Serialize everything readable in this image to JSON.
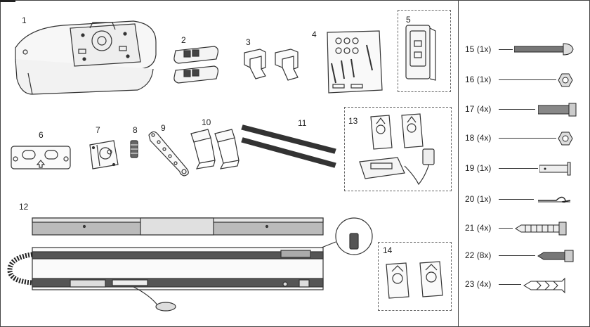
{
  "parts": [
    {
      "number": "1"
    },
    {
      "number": "2"
    },
    {
      "number": "3"
    },
    {
      "number": "4"
    },
    {
      "number": "5"
    },
    {
      "number": "6"
    },
    {
      "number": "7"
    },
    {
      "number": "8"
    },
    {
      "number": "9"
    },
    {
      "number": "10"
    },
    {
      "number": "11"
    },
    {
      "number": "12"
    },
    {
      "number": "13"
    },
    {
      "number": "14"
    }
  ],
  "rail_callout": "8",
  "hardware": [
    {
      "number": "15",
      "qty": "(1x)",
      "icon": "carriage-bolt-icon"
    },
    {
      "number": "16",
      "qty": "(1x)",
      "icon": "hex-nut-icon"
    },
    {
      "number": "17",
      "qty": "(4x)",
      "icon": "hex-bolt-icon"
    },
    {
      "number": "18",
      "qty": "(4x)",
      "icon": "hex-nut-icon"
    },
    {
      "number": "19",
      "qty": "(1x)",
      "icon": "clevis-pin-icon"
    },
    {
      "number": "20",
      "qty": "(1x)",
      "icon": "spring-clip-icon"
    },
    {
      "number": "21",
      "qty": "(4x)",
      "icon": "threaded-screw-icon"
    },
    {
      "number": "22",
      "qty": "(8x)",
      "icon": "self-tapping-screw-icon"
    },
    {
      "number": "23",
      "qty": "(4x)",
      "icon": "wall-plug-icon"
    }
  ]
}
